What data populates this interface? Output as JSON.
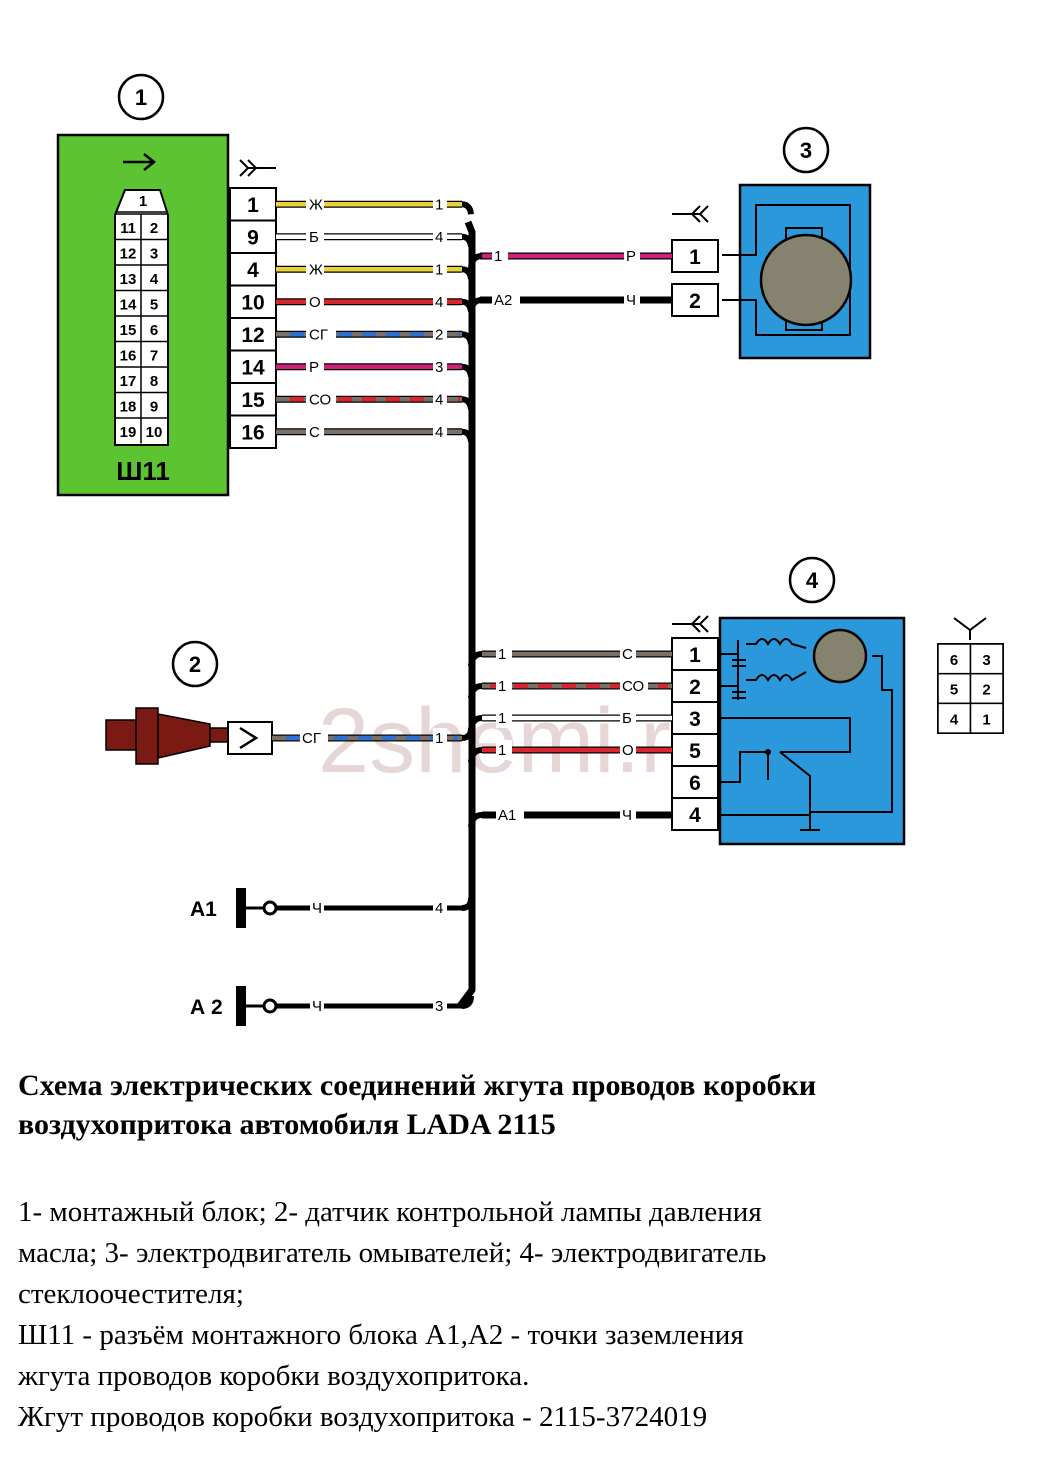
{
  "watermark": "2shemi.ru",
  "components": {
    "c1": {
      "num": "1",
      "block_label": "Ш11"
    },
    "c2": {
      "num": "2"
    },
    "c3": {
      "num": "3"
    },
    "c4": {
      "num": "4"
    }
  },
  "sh11_socket": {
    "top": "1",
    "rows": [
      [
        "11",
        "2"
      ],
      [
        "12",
        "3"
      ],
      [
        "13",
        "4"
      ],
      [
        "14",
        "5"
      ],
      [
        "15",
        "6"
      ],
      [
        "16",
        "7"
      ],
      [
        "17",
        "8"
      ],
      [
        "18",
        "9"
      ],
      [
        "19",
        "10"
      ]
    ]
  },
  "sh11_pins": [
    "1",
    "9",
    "4",
    "10",
    "12",
    "14",
    "15",
    "16"
  ],
  "top_wires": [
    {
      "color_code": "Ж",
      "end": "1",
      "color": "#e8d33a"
    },
    {
      "color_code": "Б",
      "end": "4",
      "color": "#ffffff"
    },
    {
      "color_code": "Ж",
      "end": "1",
      "color": "#e8d33a"
    },
    {
      "color_code": "О",
      "end": "4",
      "color": "#d8262c"
    },
    {
      "color_code": "СГ",
      "end": "2",
      "color": "#7a7068"
    },
    {
      "color_code": "Р",
      "end": "3",
      "color": "#d0207a"
    },
    {
      "color_code": "СО",
      "end": "4",
      "color": "#7a7068"
    },
    {
      "color_code": "С",
      "end": "4",
      "color": "#7a7068"
    }
  ],
  "motor3": {
    "pins": [
      "1",
      "2"
    ],
    "wires": [
      {
        "start": "1",
        "color_code": "Р",
        "color": "#d0207a"
      },
      {
        "start": "А2",
        "color_code": "Ч",
        "color": "#000000"
      }
    ]
  },
  "motor4": {
    "pins": [
      "1",
      "2",
      "3",
      "5",
      "6",
      "4"
    ],
    "wires": [
      {
        "start": "1",
        "color_code": "С",
        "color": "#7a7068"
      },
      {
        "start": "1",
        "color_code": "СО",
        "color": "#7a7068"
      },
      {
        "start": "1",
        "color_code": "Б",
        "color": "#ffffff"
      },
      {
        "start": "1",
        "color_code": "О",
        "color": "#d8262c"
      },
      {
        "start": "А1",
        "color_code": "Ч",
        "color": "#000000"
      }
    ],
    "pin_map": [
      "6",
      "3",
      "5",
      "2",
      "4",
      "1"
    ]
  },
  "sensor_wire": {
    "color_code": "СГ",
    "end": "1"
  },
  "grounds": [
    {
      "label": "А1",
      "color_code": "Ч",
      "end": "4"
    },
    {
      "label": "А 2",
      "color_code": "Ч",
      "end": "3"
    }
  ],
  "colors": {
    "block_green": "#5cc431",
    "motor_blue": "#2b98dc",
    "yellow": "#e8d33a",
    "red": "#d8262c",
    "pink": "#d0207a",
    "blue": "#2f6fd0",
    "gray": "#7a7068",
    "sensor": "#7a1a12"
  },
  "caption": {
    "title_line1": "Схема электрических соединений жгута проводов коробки",
    "title_line2": "воздухопритока автомобиля LADA 2115",
    "legend_line1": "1- монтажный блок; 2- датчик контрольной лампы давления",
    "legend_line2": "масла; 3- электродвигатель омывателей; 4- электродвигатель",
    "legend_line3": "стеклоочестителя;",
    "legend_line4": "Ш11 - разъём монтажного блока А1,А2 - точки заземления",
    "legend_line5": "жгута проводов коробки воздухопритока.",
    "legend_line6": "Жгут проводов коробки воздухопритока - 2115-3724019"
  }
}
